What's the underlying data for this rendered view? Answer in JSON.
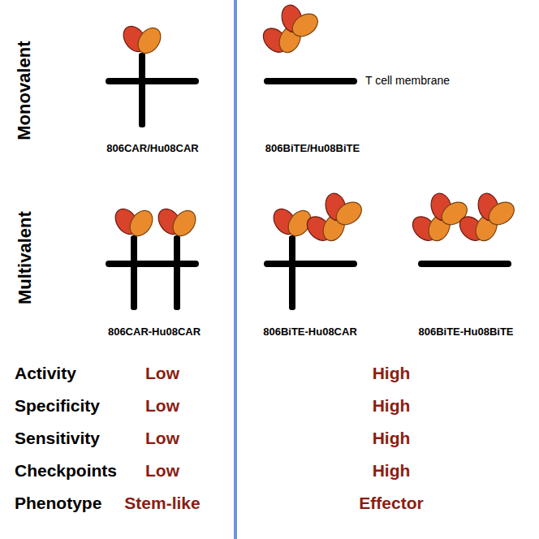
{
  "diagram": {
    "labels": [
      "Monovalent",
      "806CAR/Hu08CAR",
      "806BiTE/Hu08BiTE",
      "T cell membrane",
      "Multivalent",
      "806CAR-Hu08CAR",
      "806BiTE-Hu08CAR",
      "806BiTE-Hu08BiTE",
      "Activity",
      "Low",
      "High",
      "Specificity",
      "Low",
      "High",
      "Sensitivity",
      "Low",
      "High",
      "Checkpoints",
      "Low",
      "High",
      "Phenotype",
      "Stem-like",
      "Effector"
    ]
  }
}
